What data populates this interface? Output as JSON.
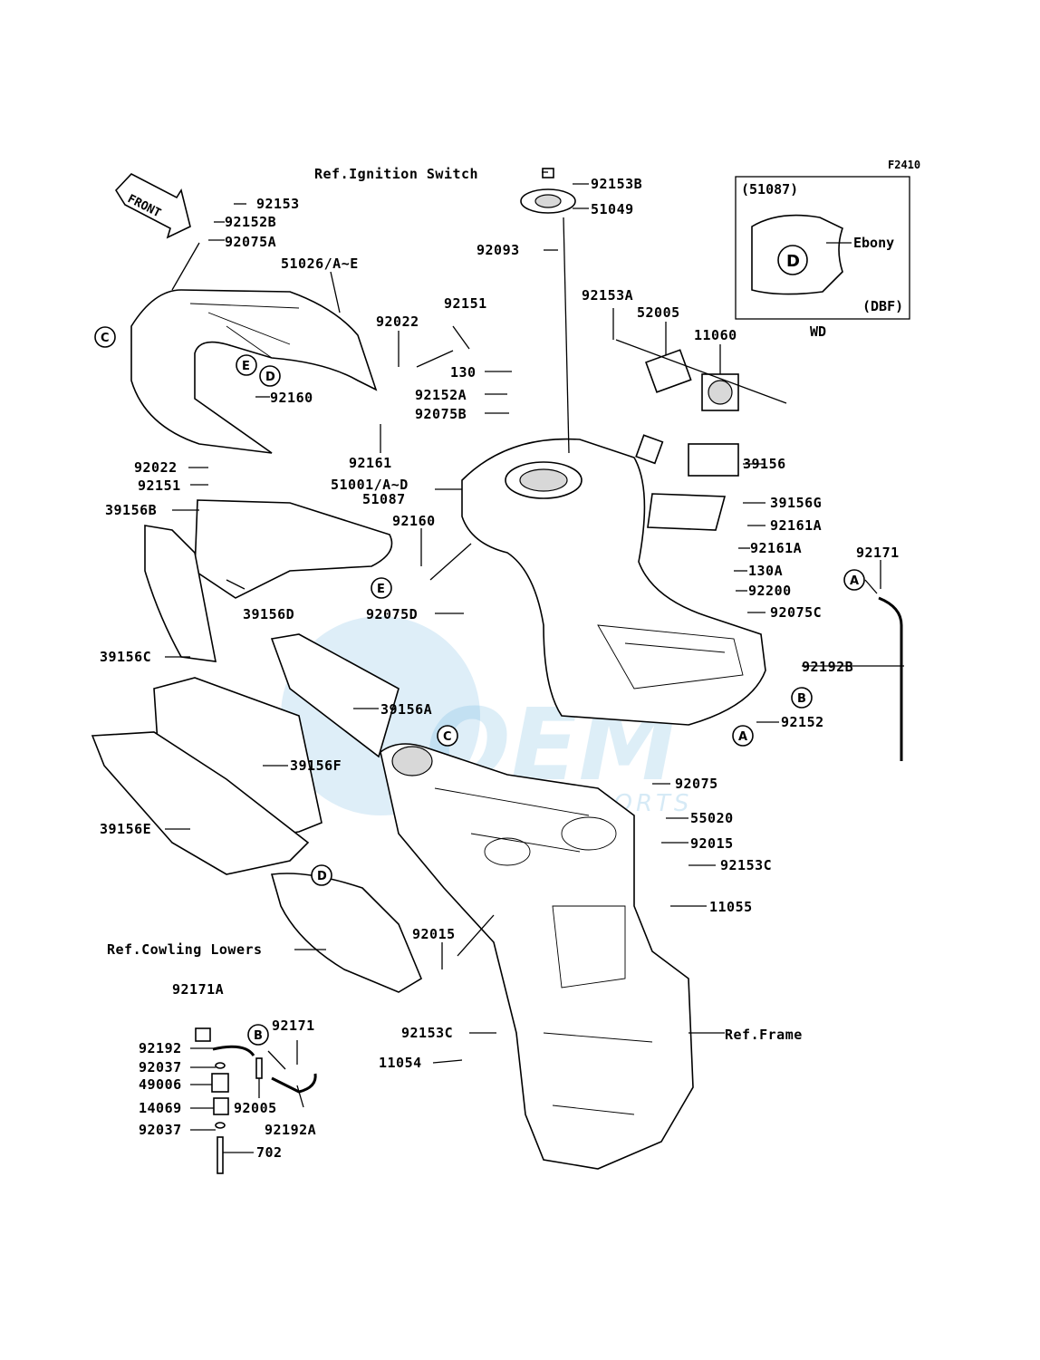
{
  "figure_code": "F2410",
  "front_arrow": "FRONT",
  "inset": {
    "code": "(51087)",
    "color_label": "Ebony",
    "variant": "(DBF)",
    "caption": "WD"
  },
  "references": {
    "ignition": "Ref.Ignition Switch",
    "cowling": "Ref.Cowling Lowers",
    "frame": "Ref.Frame"
  },
  "callouts": [
    "A",
    "B",
    "C",
    "D",
    "E"
  ],
  "watermark": {
    "brand": "OEM",
    "sub": "MOTORSPORTS"
  },
  "parts": {
    "p92153": "92153",
    "p92152B": "92152B",
    "p92075A": "92075A",
    "p51026": "51026/A~E",
    "p92022a": "92022",
    "p92151a": "92151",
    "p130": "130",
    "p92152A": "92152A",
    "p92075B": "92075B",
    "p92160a": "92160",
    "p92161": "92161",
    "p92022b": "92022",
    "p92151b": "92151",
    "p51001": "51001/A~D",
    "p51087": "51087",
    "p39156B": "39156B",
    "p92160b": "92160",
    "p39156D": "39156D",
    "p92075D": "92075D",
    "p39156C": "39156C",
    "p39156A": "39156A",
    "p39156F": "39156F",
    "p39156E": "39156E",
    "p92153B": "92153B",
    "p51049": "51049",
    "p92093": "92093",
    "p92153A": "92153A",
    "p52005": "52005",
    "p11060": "11060",
    "p39156": "39156",
    "p39156G": "39156G",
    "p92161Aa": "92161A",
    "p92161Ab": "92161A",
    "p130A": "130A",
    "p92200": "92200",
    "p92075C": "92075C",
    "p92171a": "92171",
    "p92192B": "92192B",
    "p92152": "92152",
    "p92075": "92075",
    "p55020": "55020",
    "p92015a": "92015",
    "p92153Ca": "92153C",
    "p11055": "11055",
    "p92015b": "92015",
    "p92153Cb": "92153C",
    "p11054": "11054",
    "p92171A": "92171A",
    "p92192": "92192",
    "p92037a": "92037",
    "p49006": "49006",
    "p14069": "14069",
    "p92037b": "92037",
    "p702": "702",
    "p92171b": "92171",
    "p92005": "92005",
    "p92192A": "92192A"
  }
}
